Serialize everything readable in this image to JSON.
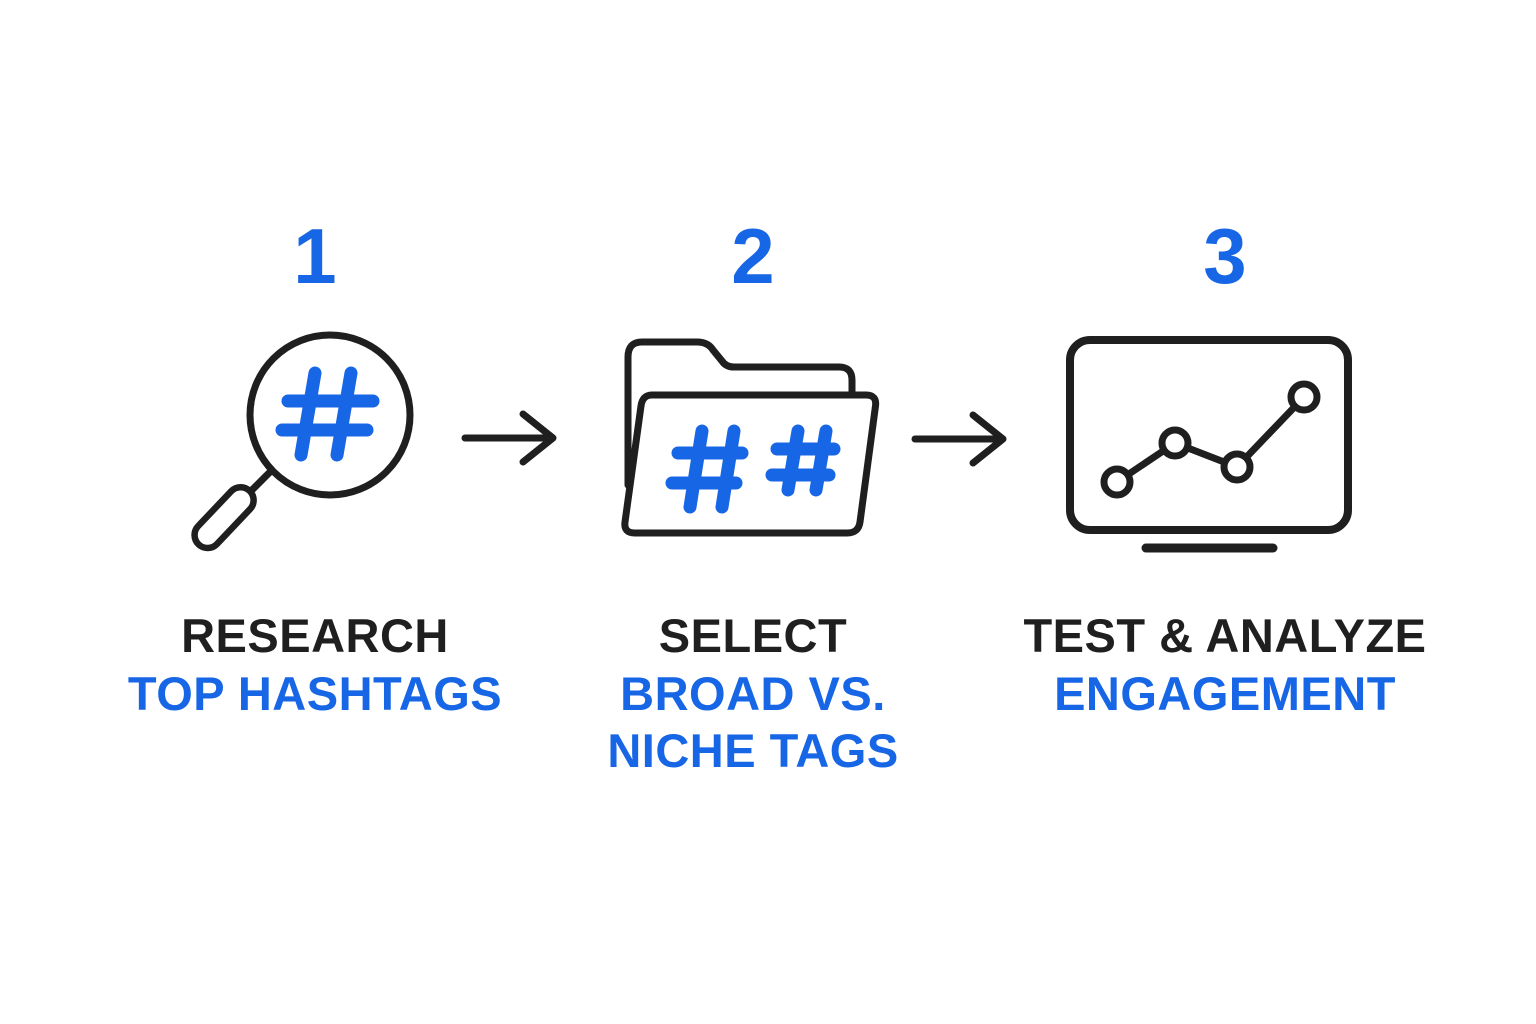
{
  "colors": {
    "accent": "#1766e6",
    "ink": "#1f1f1f",
    "background": "#ffffff"
  },
  "steps": [
    {
      "number": "1",
      "icon": "magnifier-hashtag",
      "title": "RESEARCH",
      "subtitle_lines": [
        "TOP HASHTAGS"
      ]
    },
    {
      "number": "2",
      "icon": "folder-hashtags",
      "title": "SELECT",
      "subtitle_lines": [
        "BROAD VS.",
        "NICHE TAGS"
      ]
    },
    {
      "number": "3",
      "icon": "monitor-line-chart",
      "title": "TEST & ANALYZE",
      "subtitle_lines": [
        "ENGAGEMENT"
      ]
    }
  ],
  "arrows": [
    {
      "icon": "arrow-right"
    },
    {
      "icon": "arrow-right"
    }
  ]
}
